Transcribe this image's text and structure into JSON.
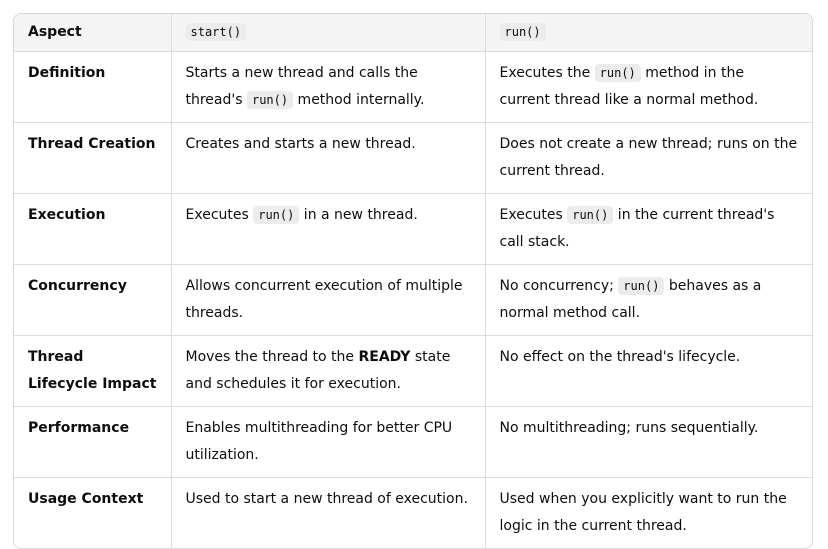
{
  "header": {
    "aspect": "Aspect",
    "start": "start()",
    "run": "run()"
  },
  "rows": [
    {
      "aspect": "Definition",
      "start": {
        "a": "Starts a new thread and calls the thread's ",
        "code": "run()",
        "b": " method internally."
      },
      "run": {
        "a": "Executes the ",
        "code": "run()",
        "b": " method in the current thread like a normal method."
      }
    },
    {
      "aspect": "Thread Creation",
      "start": {
        "a": "Creates and starts a new thread."
      },
      "run": {
        "a": "Does not create a new thread; runs on the current thread."
      }
    },
    {
      "aspect": "Execution",
      "start": {
        "a": "Executes ",
        "code": "run()",
        "b": " in a new thread."
      },
      "run": {
        "a": "Executes ",
        "code": "run()",
        "b": " in the current thread's call stack."
      }
    },
    {
      "aspect": "Concurrency",
      "start": {
        "a": "Allows concurrent execution of multiple threads."
      },
      "run": {
        "a": "No concurrency; ",
        "code": "run()",
        "b": " behaves as a normal method call."
      }
    },
    {
      "aspect": "Thread Lifecycle Impact",
      "start": {
        "a": "Moves the thread to the ",
        "strong": "READY",
        "b": " state and schedules it for execution."
      },
      "run": {
        "a": "No effect on the thread's lifecycle."
      }
    },
    {
      "aspect": "Performance",
      "start": {
        "a": "Enables multithreading for better CPU utilization."
      },
      "run": {
        "a": "No multithreading; runs sequentially."
      }
    },
    {
      "aspect": "Usage Context",
      "start": {
        "a": "Used to start a new thread of execution."
      },
      "run": {
        "a": "Used when you explicitly want to run the logic in the current thread."
      }
    }
  ]
}
